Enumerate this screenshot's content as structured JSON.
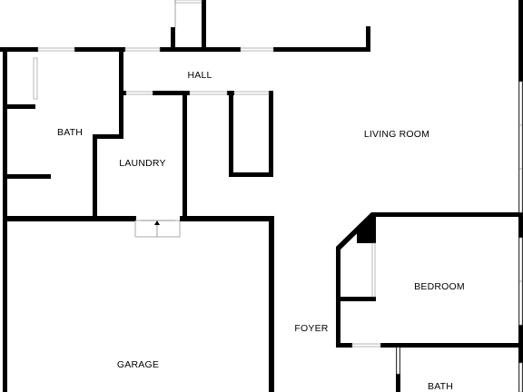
{
  "floor_plan": {
    "background_color": "#ffffff",
    "wall_color": "#000000",
    "rooms": [
      {
        "key": "hall",
        "label": "HALL"
      },
      {
        "key": "bath_left",
        "label": "BATH"
      },
      {
        "key": "laundry",
        "label": "LAUNDRY"
      },
      {
        "key": "living_room",
        "label": "LIVING ROOM"
      },
      {
        "key": "bedroom",
        "label": "BEDROOM"
      },
      {
        "key": "foyer",
        "label": "FOYER"
      },
      {
        "key": "garage",
        "label": "GARAGE"
      },
      {
        "key": "bath_bottom",
        "label": "BATH"
      }
    ]
  }
}
